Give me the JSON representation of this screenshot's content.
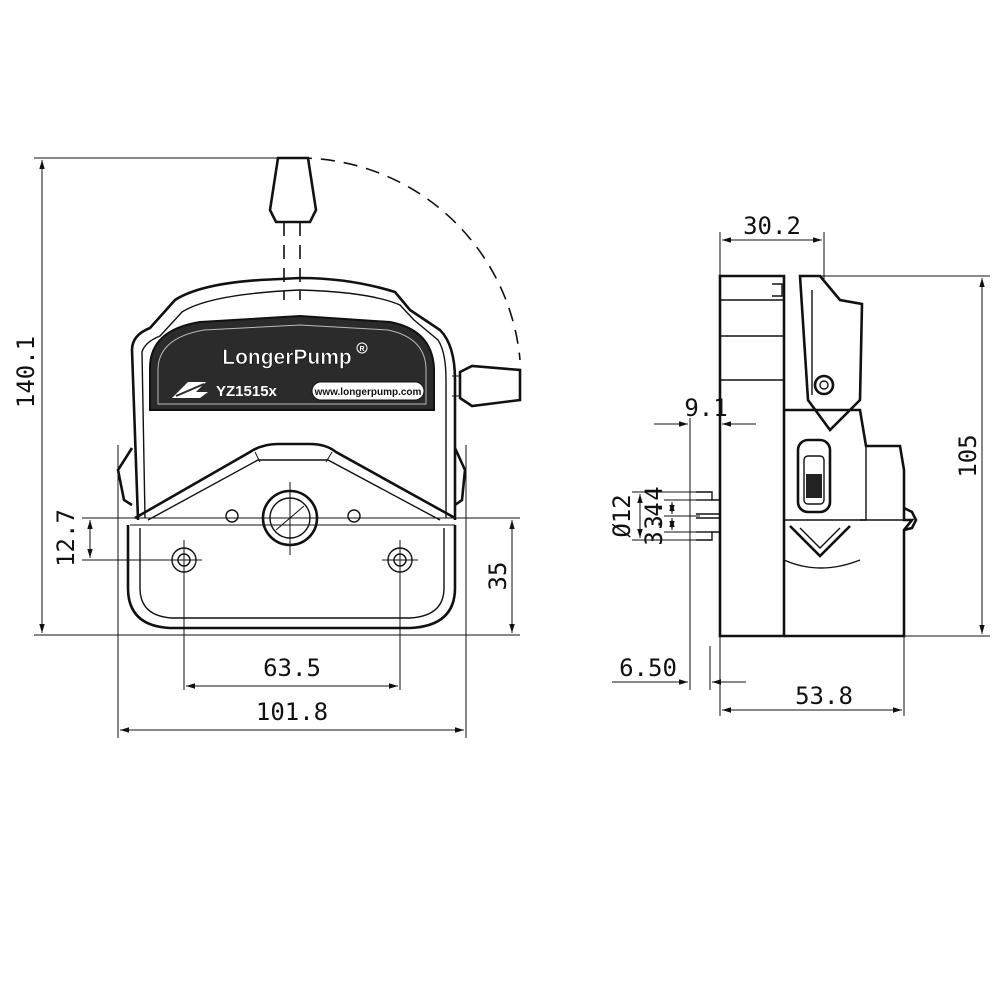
{
  "drawing": {
    "brand_label": "LongerPump",
    "model_label": "YZ1515x",
    "website_label": "www.longerpump.com",
    "registered_mark": "R"
  },
  "dimensions": {
    "total_height": "140.1",
    "mount_offset": "12.7",
    "center_height": "35",
    "hole_spacing": "63.5",
    "total_width": "101.8",
    "side_top_width": "30.2",
    "side_height": "105",
    "tube_offset": "9.1",
    "tube_diameter": "Ø12",
    "tube_half_upper": "3.4",
    "tube_half_lower": "3.4",
    "plate_thickness": "6.50",
    "side_depth": "53.8"
  },
  "colors": {
    "line": "#111111",
    "plate": "#333333",
    "background": "#ffffff"
  }
}
